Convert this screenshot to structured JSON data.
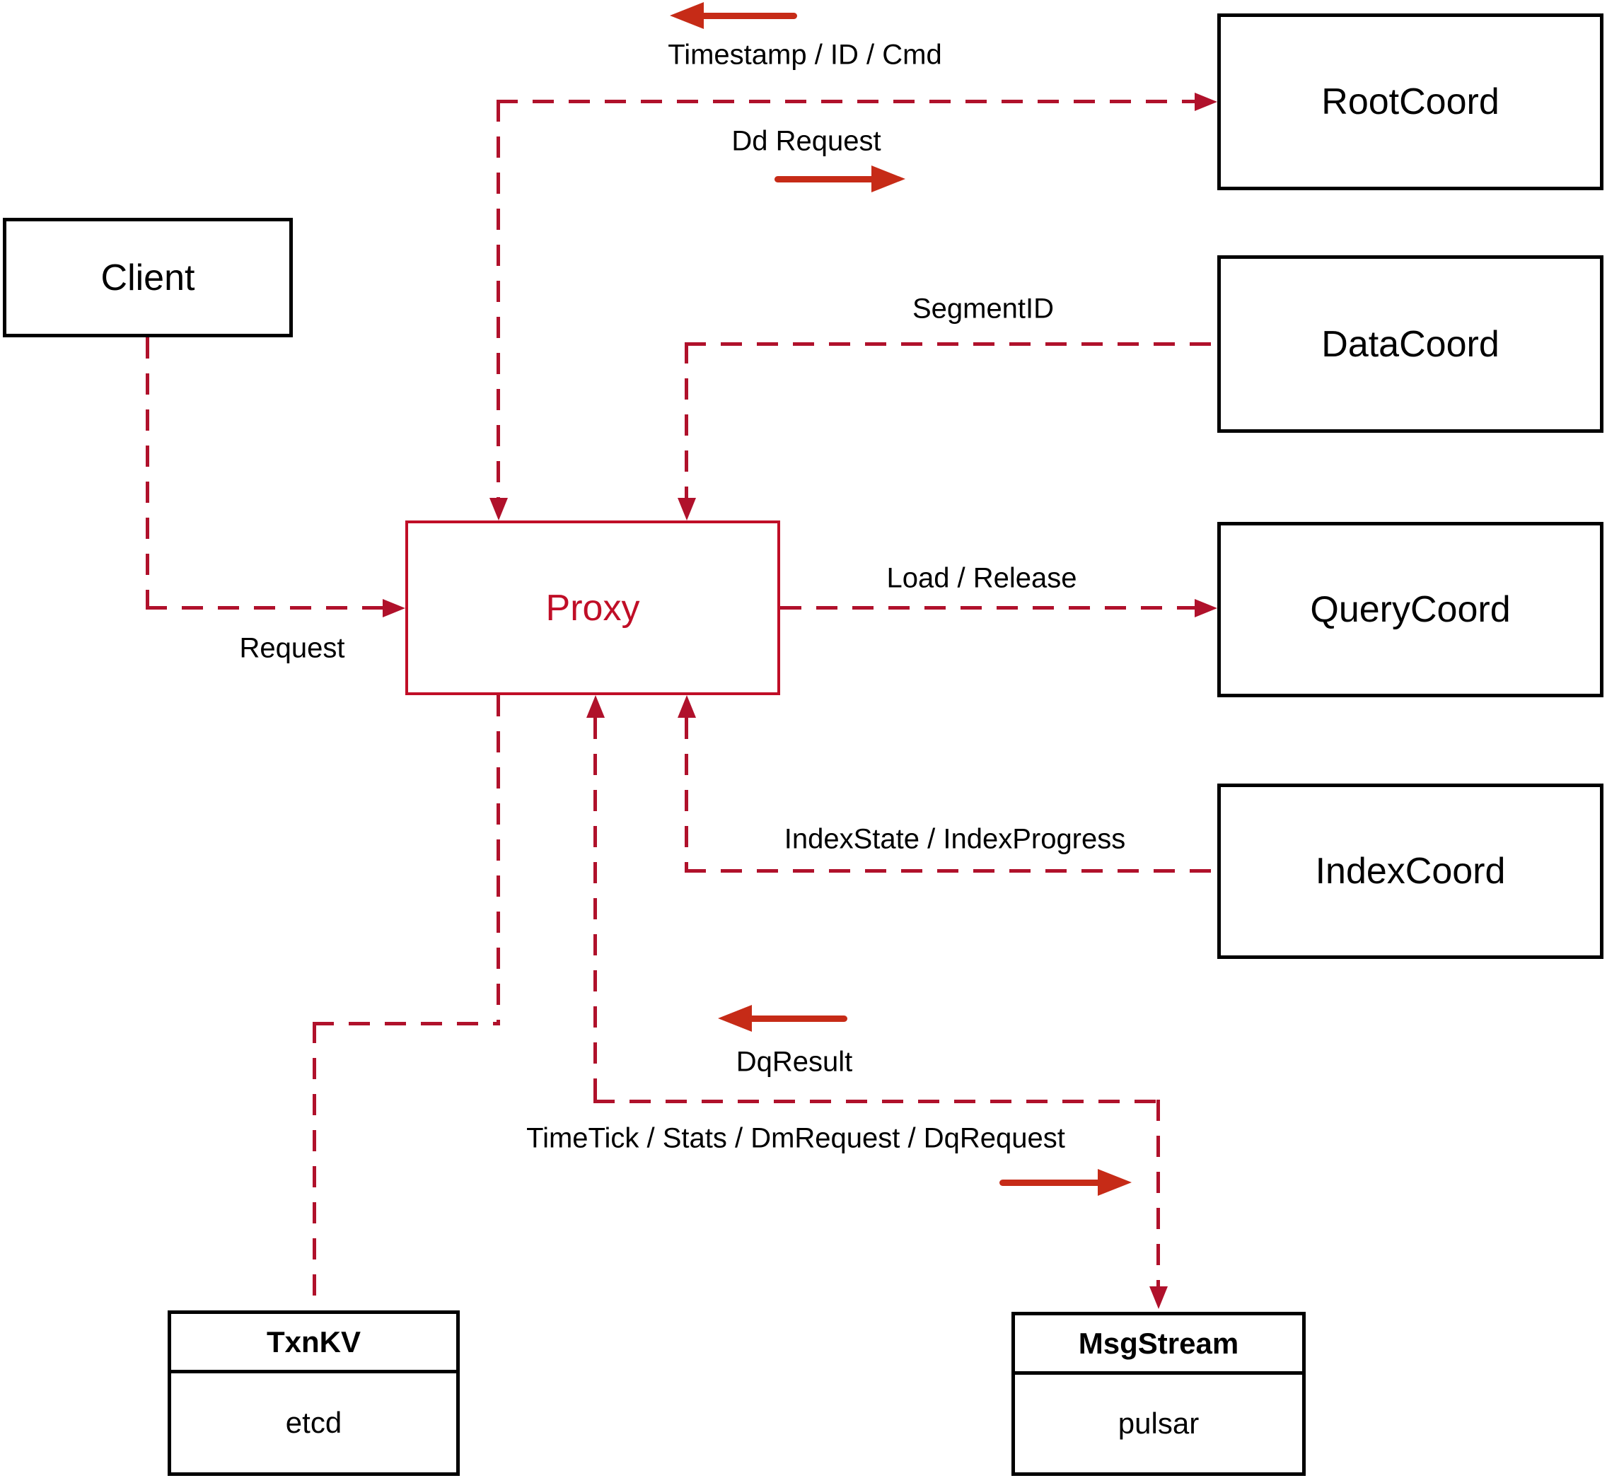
{
  "diagram": {
    "description": "Milvus proxy architecture diagram"
  },
  "colors": {
    "line-crimson": "#b0112b",
    "proxy-red": "#c00e27",
    "arrow-red": "#c62b17",
    "box-black": "#000000",
    "text-black": "#000000",
    "background": "#ffffff"
  },
  "nodes": {
    "client": {
      "label": "Client"
    },
    "proxy": {
      "label": "Proxy"
    },
    "rootcoord": {
      "label": "RootCoord"
    },
    "datacoord": {
      "label": "DataCoord"
    },
    "querycoord": {
      "label": "QueryCoord"
    },
    "indexcoord": {
      "label": "IndexCoord"
    },
    "txnkv": {
      "title": "TxnKV",
      "implementation": "etcd"
    },
    "msgstream": {
      "title": "MsgStream",
      "implementation": "pulsar"
    }
  },
  "edges": {
    "rootcoord": {
      "response_label": "Timestamp / ID / Cmd",
      "request_label": "Dd Request"
    },
    "datacoord": {
      "label": "SegmentID"
    },
    "querycoord": {
      "label": "Load / Release"
    },
    "client": {
      "label": "Request"
    },
    "indexcoord": {
      "label": "IndexState / IndexProgress"
    },
    "msgstream": {
      "response_label": "DqResult",
      "request_label": "TimeTick / Stats / DmRequest / DqRequest"
    }
  }
}
